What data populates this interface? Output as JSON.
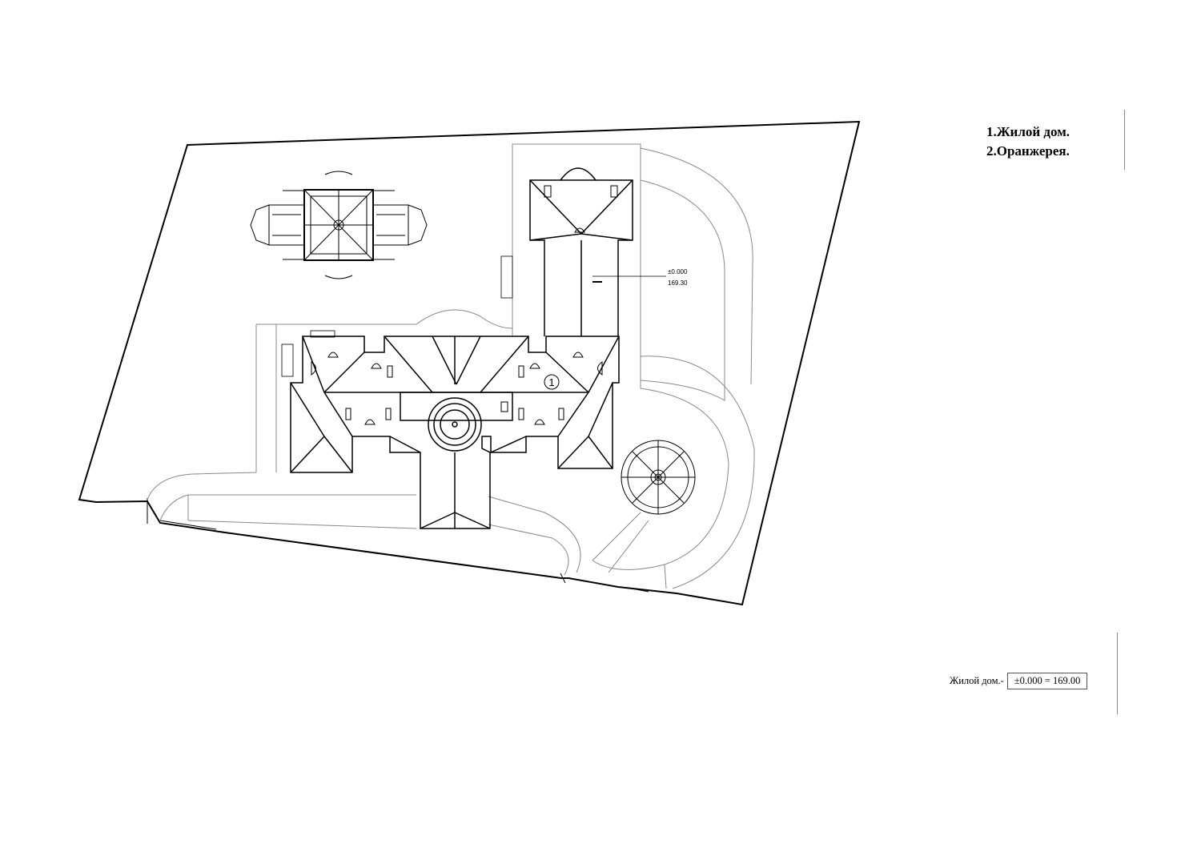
{
  "legend": {
    "item1": "1.Жилой дом.",
    "item2": "2.Оранжерея."
  },
  "elevation_note": {
    "label": "Жилой дом.-",
    "value": "±0.000 = 169.00"
  },
  "plan": {
    "level_mark": "±0.000",
    "level_value": "169.30",
    "building_number": "1"
  }
}
